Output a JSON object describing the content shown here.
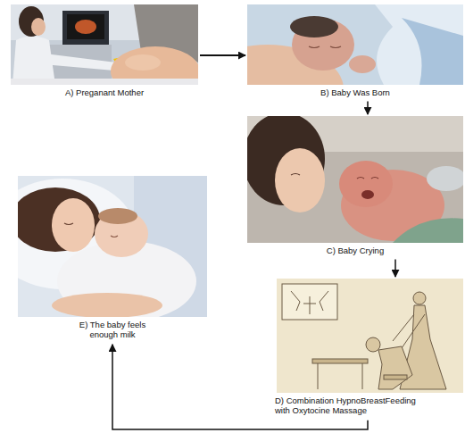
{
  "diagram": {
    "nodes": [
      {
        "text": [
          "A) Preganant Mother"
        ]
      },
      {
        "text": [
          "B) Baby Was Born"
        ]
      },
      {
        "text": [
          "C) Baby Crying"
        ]
      },
      {
        "text": [
          "D) Combination HypnoBreastFeeding with Oxytocine Massage"
        ]
      },
      {
        "text": [
          "E) The baby feels enough milk"
        ]
      }
    ],
    "edges": [
      {
        "from": 0,
        "to": 1,
        "arrow": "to"
      },
      {
        "from": 1,
        "to": 2,
        "arrow": "to"
      },
      {
        "from": 2,
        "to": 3,
        "arrow": "to"
      },
      {
        "from": 3,
        "to": 4,
        "arrow": "to"
      }
    ]
  }
}
